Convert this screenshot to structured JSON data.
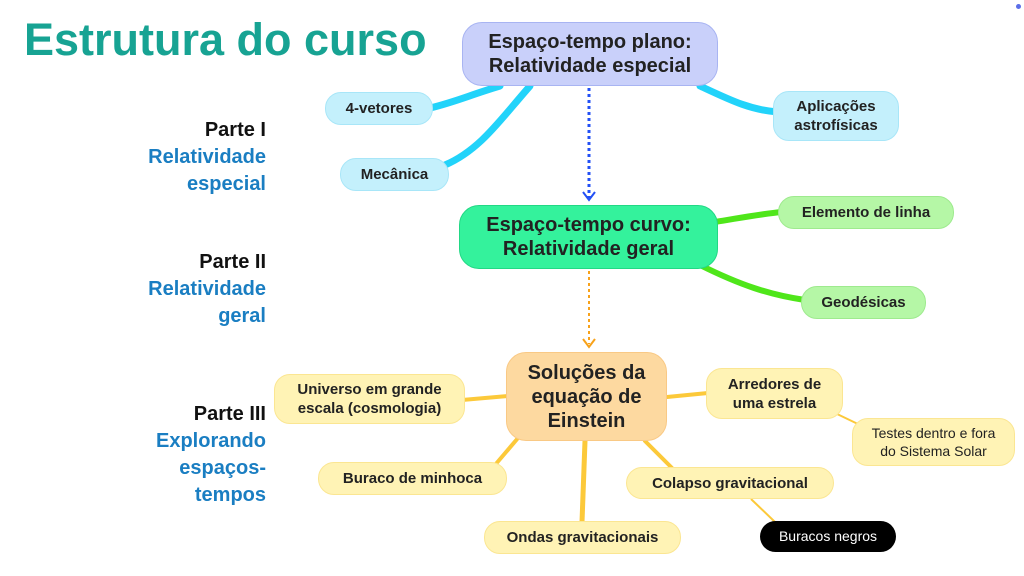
{
  "title": "Estrutura do curso",
  "parts": [
    {
      "label": "Parte I",
      "subtitle": [
        "Relatividade",
        "especial"
      ]
    },
    {
      "label": "Parte II",
      "subtitle": [
        "Relatividade",
        "geral"
      ]
    },
    {
      "label": "Parte III",
      "subtitle": [
        "Explorando",
        "espaços-",
        "tempos"
      ]
    }
  ],
  "nodes": {
    "root1": "Espaço-tempo plano: Relatividade especial",
    "vetores": "4-vetores",
    "mecanica": "Mecânica",
    "aplicacoes": "Aplicações astrofísicas",
    "root2": "Espaço-tempo curvo: Relatividade geral",
    "elemento": "Elemento de linha",
    "geodesicas": "Geodésicas",
    "root3": "Soluções da equação de Einstein",
    "universo": "Universo em grande escala (cosmologia)",
    "arredores": "Arredores de uma estrela",
    "testes": "Testes dentro e fora do Sistema Solar",
    "minhoca": "Buraco de minhoca",
    "colapso": "Colapso gravitacional",
    "ondas": "Ondas gravitacionais",
    "negros": "Buracos negros"
  },
  "colors": {
    "title": "#17a393",
    "part_subtitle": "#1a7ec2",
    "part1": "#c9d0fa",
    "part2": "#34f29c",
    "part3": "#fdd9a0"
  }
}
